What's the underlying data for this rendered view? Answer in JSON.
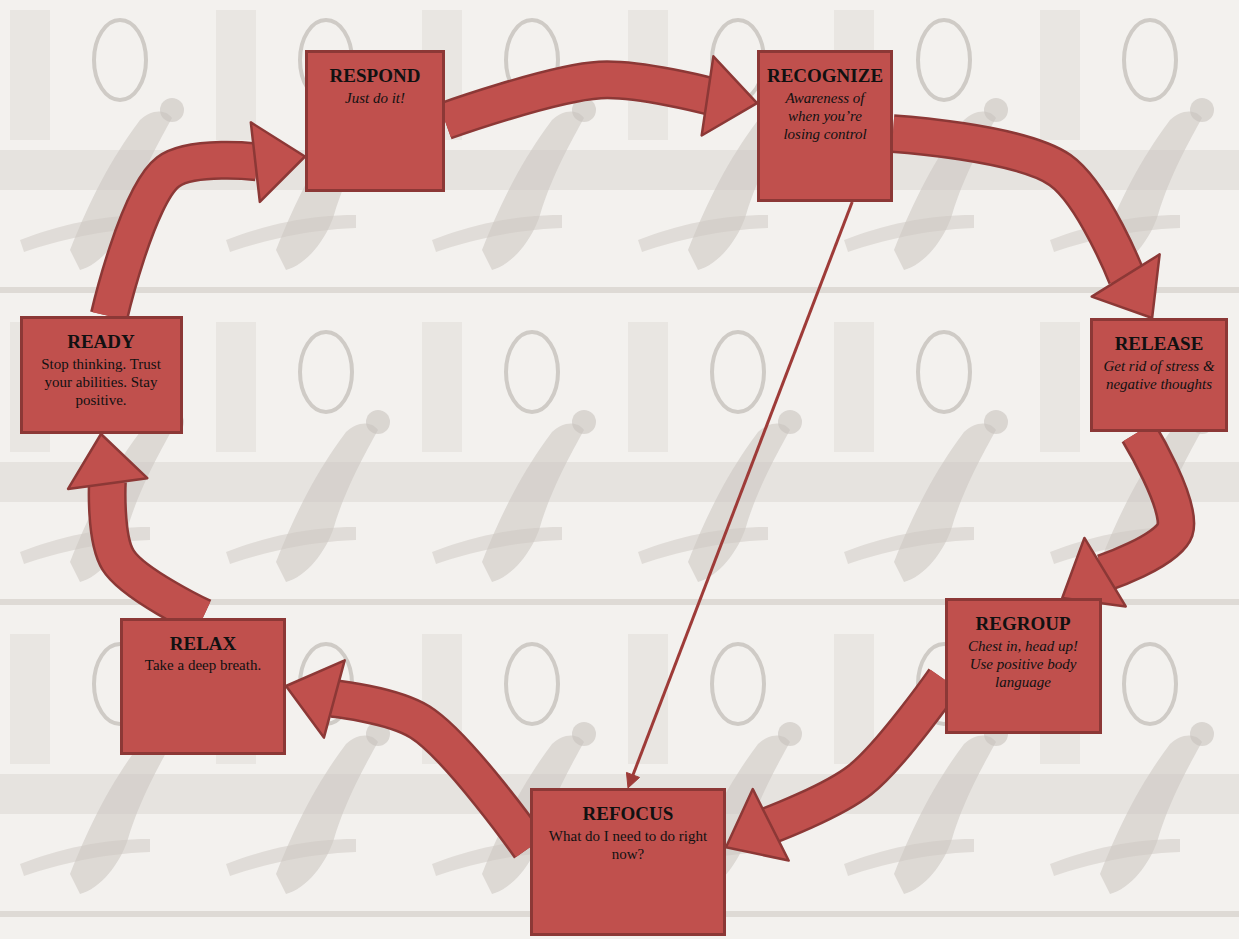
{
  "diagram": {
    "nodes": [
      {
        "text": [
          "RESPOND",
          "Just do it!"
        ]
      },
      {
        "text": [
          "RECOGNIZE",
          "Awareness of when you’re losing control"
        ]
      },
      {
        "text": [
          "READY",
          "Stop thinking. Trust your abilities. Stay positive."
        ]
      },
      {
        "text": [
          "RELEASE",
          "Get rid of stress & negative thoughts"
        ]
      },
      {
        "text": [
          "RELAX",
          "Take a deep breath."
        ]
      },
      {
        "text": [
          "REGROUP",
          "Chest in, head up! Use positive body language"
        ]
      },
      {
        "text": [
          "REFOCUS",
          "What do I need to do right now?"
        ]
      }
    ],
    "edges": [
      {
        "from": 0,
        "to": 1,
        "arrow": "to"
      },
      {
        "from": 1,
        "to": 3,
        "arrow": "to"
      },
      {
        "from": 3,
        "to": 5,
        "arrow": "to"
      },
      {
        "from": 5,
        "to": 6,
        "arrow": "to"
      },
      {
        "from": 6,
        "to": 4,
        "arrow": "to"
      },
      {
        "from": 4,
        "to": 2,
        "arrow": "to"
      },
      {
        "from": 2,
        "to": 0,
        "arrow": "to"
      },
      {
        "from": 1,
        "to": 6,
        "arrow": "to"
      }
    ]
  }
}
